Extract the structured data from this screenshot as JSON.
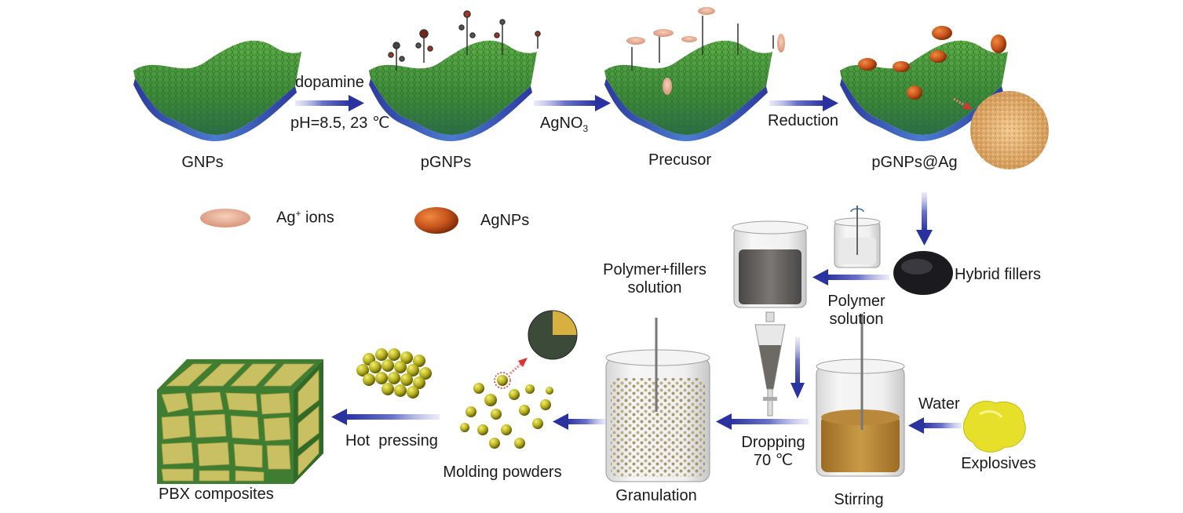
{
  "stages": {
    "gnps": "GNPs",
    "pgnps": "pGNPs",
    "precursor": "Precusor",
    "pgnps_ag": "pGNPs@Ag"
  },
  "steps": {
    "dopamine": "dopamine",
    "ph_condition": "pH=8.5, 23 ℃",
    "agno3_prefix": "AgNO",
    "agno3_sub": "3",
    "reduction": "Reduction"
  },
  "legend": {
    "ag_ions_prefix": "Ag",
    "ag_ions_sup": "+",
    "ag_ions_suffix": " ions",
    "agnps": "AgNPs"
  },
  "process": {
    "hybrid_fillers": "Hybrid fillers",
    "polymer_solution_1": "Polymer",
    "polymer_solution_2": "solution",
    "polymer_fillers_1": "Polymer+fillers",
    "polymer_fillers_2": "solution",
    "dropping_1": "Dropping",
    "dropping_2": "70 ℃",
    "water": "Water",
    "explosives": "Explosives",
    "stirring": "Stirring",
    "granulation": "Granulation",
    "molding_powders": "Molding powders",
    "hot_pressing": "Hot  pressing",
    "pbx": "PBX composites"
  },
  "colors": {
    "arrow": "#2f37a3",
    "sheet_green": "#4e9a3a",
    "sheet_blue": "#3a4aa8",
    "ag_ion": "#e9b49a",
    "agnp": "#c5521a",
    "explosive": "#e6e02a",
    "pbx_fill": "#c9c064",
    "pbx_binder": "#3f7d33"
  }
}
